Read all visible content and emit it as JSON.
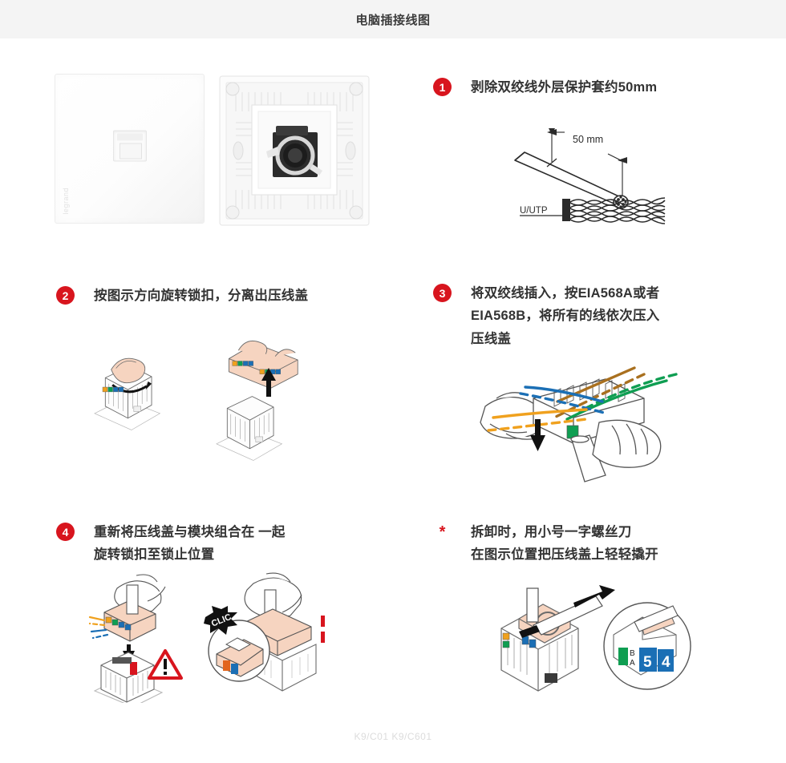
{
  "header": {
    "title": "电脑插接线图"
  },
  "products": {
    "front_plate": {
      "name": "faceplate-front-photo",
      "brand": "legrand"
    },
    "rear_plate": {
      "name": "faceplate-rear-photo"
    }
  },
  "steps": [
    {
      "id": "step-1",
      "badge": "1",
      "text": "剥除双绞线外层保护套约50mm",
      "art_labels": {
        "dimension": "50 mm",
        "cable_type": "U/UTP"
      }
    },
    {
      "id": "step-2",
      "badge": "2",
      "text": "按图示方向旋转锁扣，分离出压线盖"
    },
    {
      "id": "step-3",
      "badge": "3",
      "text": "将双绞线插入，按EIA568A或者\nEIA568B，将所有的线依次压入\n压线盖"
    },
    {
      "id": "step-4",
      "badge": "4",
      "text": "重新将压线盖与模块组合在 一起\n旋转锁扣至锁止位置",
      "art_labels": {
        "click": "CLIC"
      }
    },
    {
      "id": "step-note",
      "badge": "*",
      "text": "拆卸时，用小号一字螺丝刀\n在图示位置把压线盖上轻轻撬开",
      "art_labels": {
        "pin_5": "5",
        "pin_4": "4",
        "scheme_b": "B",
        "scheme_a": "A"
      }
    }
  ],
  "footer": {
    "models": "K9/C01  K9/C601"
  },
  "colors": {
    "accent_red": "#d8151e",
    "header_bg": "#f4f4f4",
    "text": "#333333",
    "footer_text": "#dcdcdc",
    "wire_orange": "#f0a11e",
    "wire_blue": "#1b6fb5",
    "wire_green": "#0f9e52",
    "wire_brown": "#a9701f",
    "body_peach": "#f6d4c0"
  }
}
